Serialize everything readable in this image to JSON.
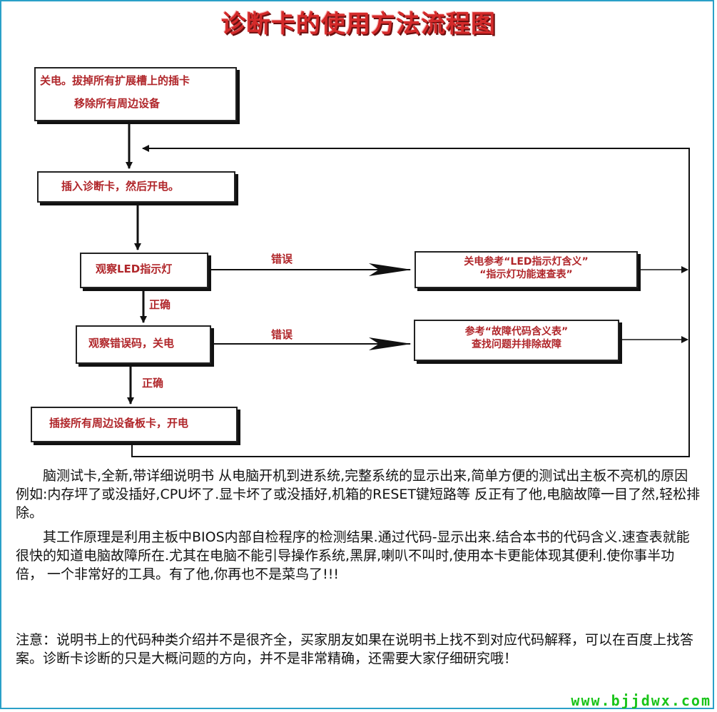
{
  "title": "诊断卡的使用方法流程图",
  "flow": {
    "step1": [
      "关电。拔掉所有扩展槽上的插卡",
      "移除所有周边设备"
    ],
    "step2": "插入诊断卡，然后开电。",
    "step3": "观察LED指示灯",
    "step4": "观察错误码，关电",
    "step5": "插接所有周边设备板卡，开电",
    "err1": [
      "关电参考“LED指示灯含义”",
      "“指示灯功能速查表”"
    ],
    "err2": [
      "参考“故障代码含义表”",
      "查找问题并排除故障"
    ],
    "label_error_1": "错误",
    "label_error_2": "错误",
    "label_ok_1": "正确",
    "label_ok_2": "正确"
  },
  "description": {
    "p1": "脑测试卡,全新,带详细说明书 从电脑开机到进系统,完整系统的显示出来,简单方便的测试出主板不亮机的原因 例如:内存坪了或没插好,CPU坏了.显卡坏了或没插好,机箱的RESET键短路等 反正有了他,电脑故障一目了然,轻松排除。",
    "p2": "其工作原理是利用主板中BIOS内部自检程序的检测结果.通过代码-显示出来.结合本书的代码含义.速查表就能很快的知道电脑故障所在.尤其在电脑不能引导操作系统,黑屏,喇叭不叫时,使用本卡更能体现其便利.使你事半功倍， 一个非常好的工具。有了他,你再也不是菜鸟了!!!",
    "note": "注意：说明书上的代码种类介绍并不是很齐全，买家朋友如果在说明书上找不到对应代码解释，可以在百度上找答案。诊断卡诊断的只是大概问题的方向，并不是非常精确，还需要大家仔细研究哦！"
  },
  "watermark": "www.bjjdwx.com",
  "colors": {
    "title": "#d42a2a",
    "box_text": "#b0262a",
    "border": "#2aa0c8",
    "watermark": "#19c419"
  }
}
